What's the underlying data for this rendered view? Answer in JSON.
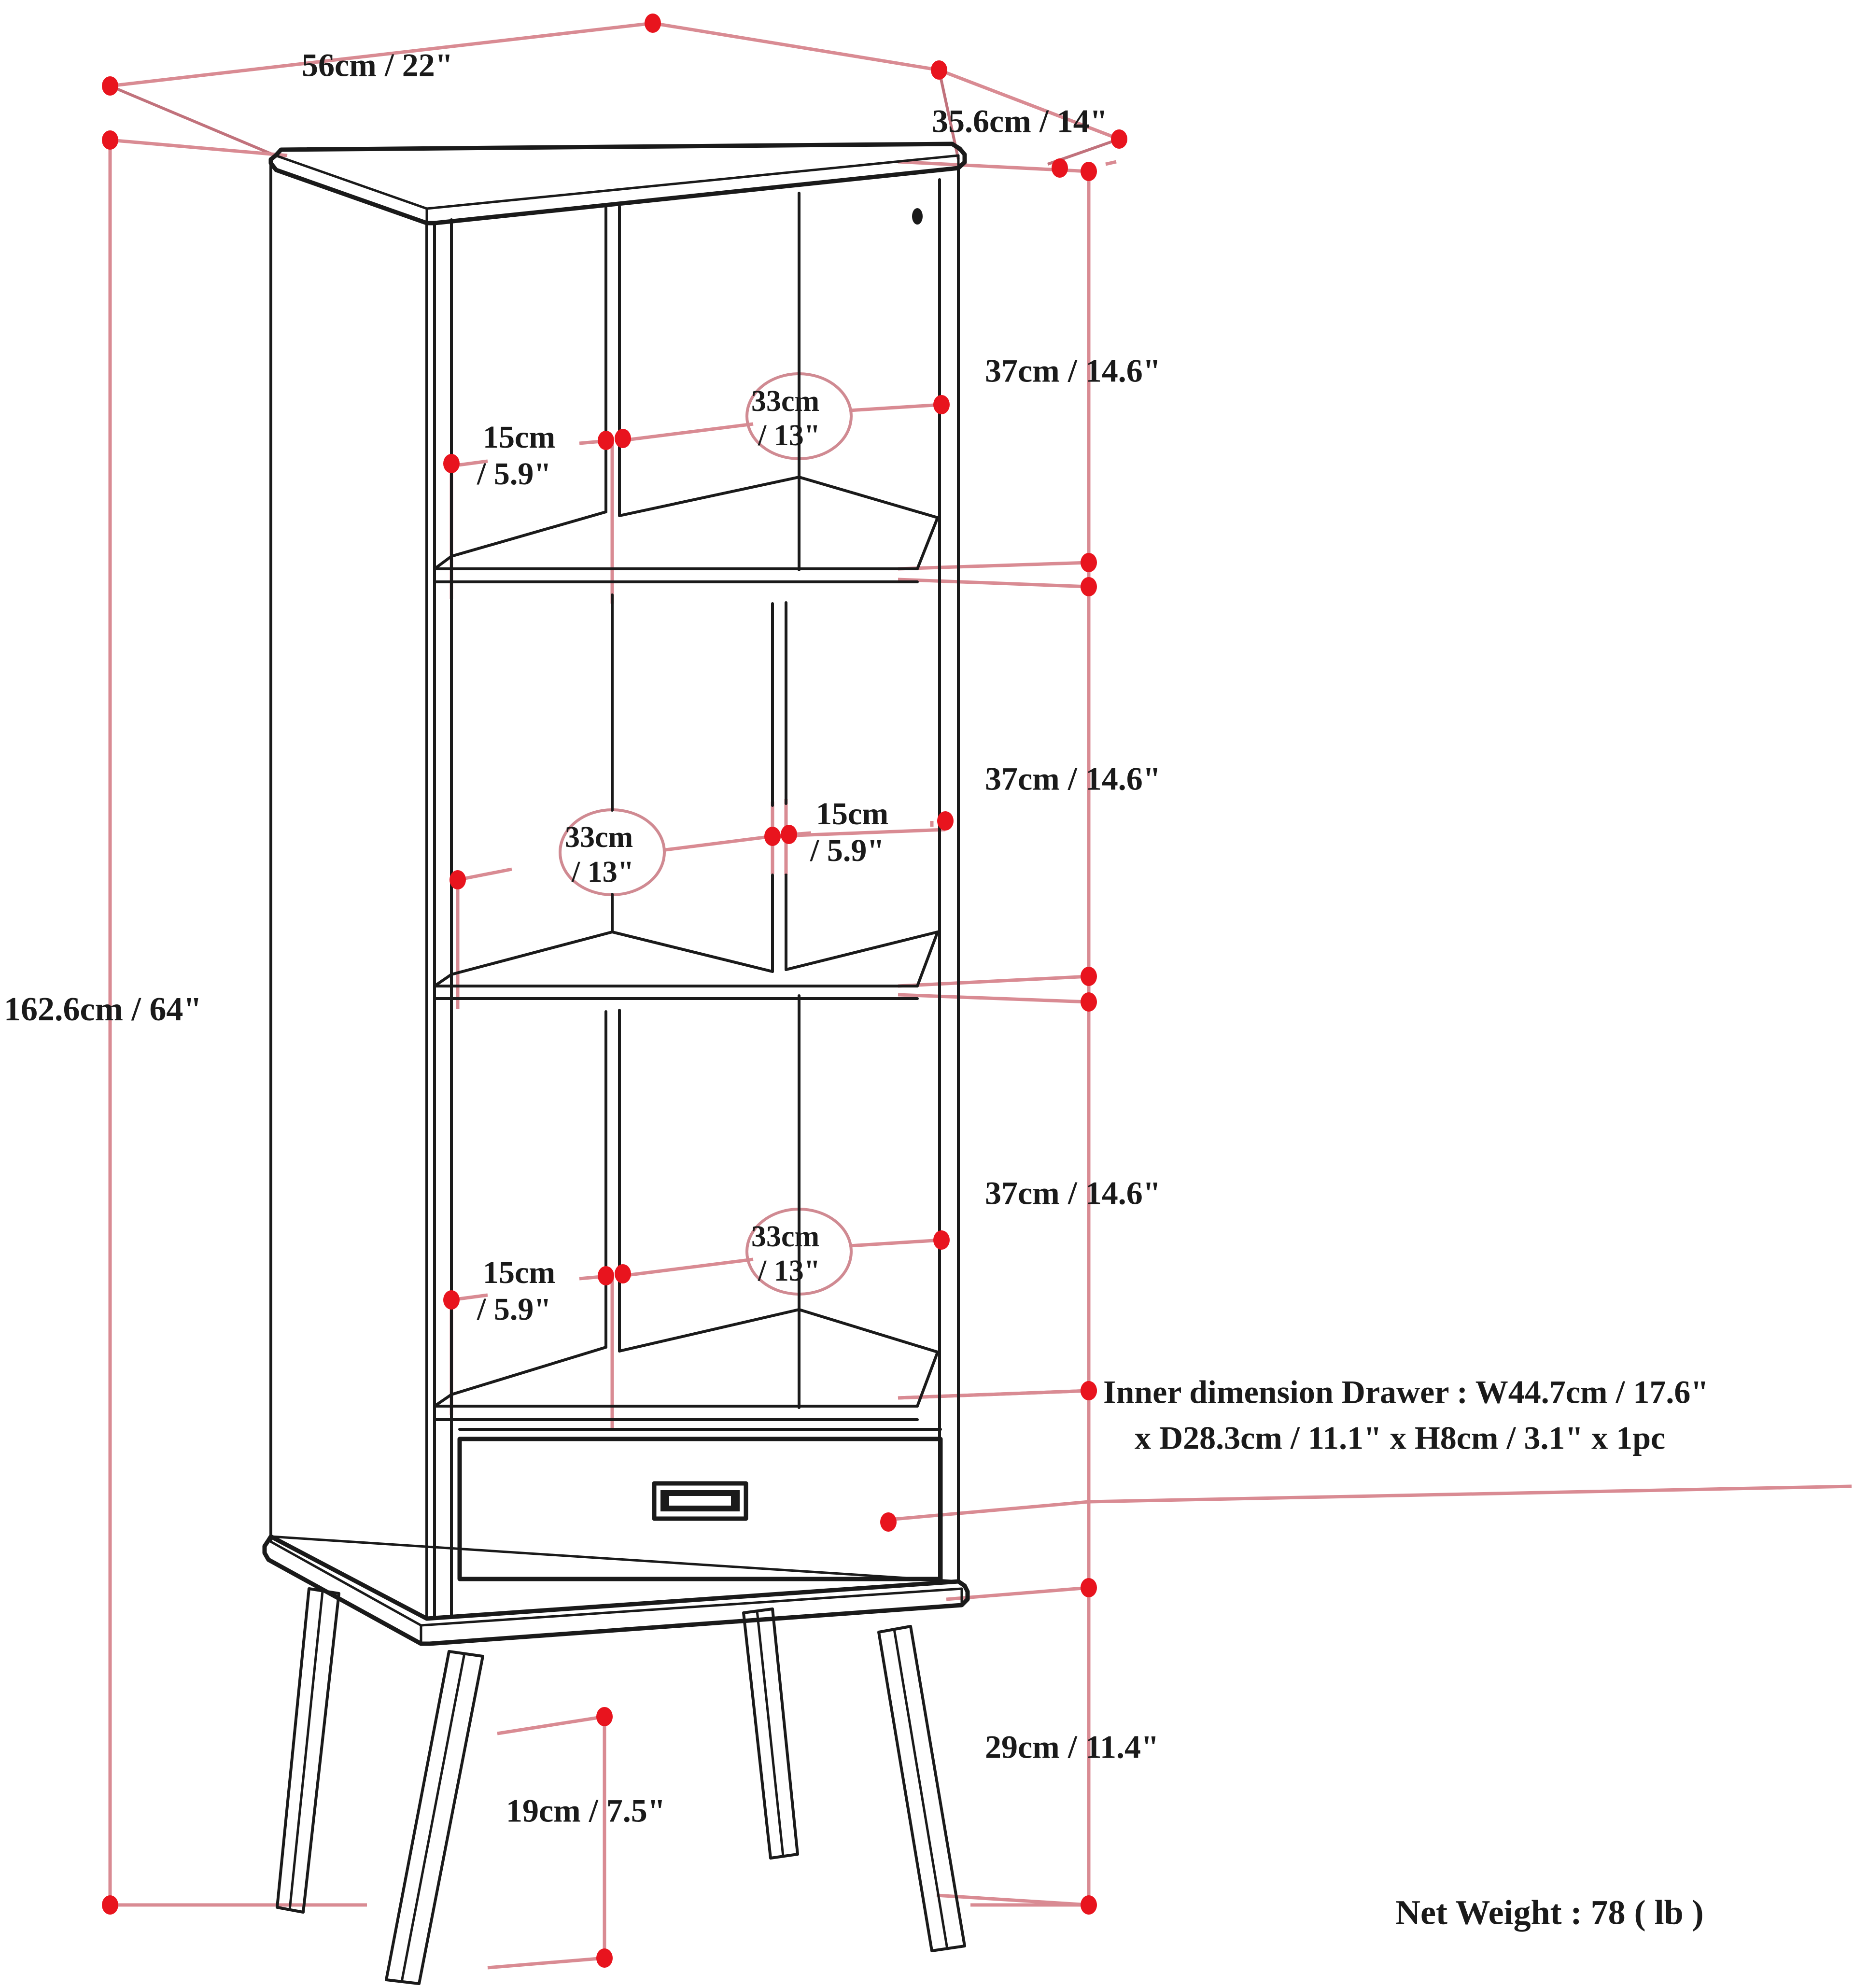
{
  "diagram": {
    "title": "Mid-century bookcase dimension drawing",
    "product": "3-shelf bookcase with 1 drawer and splayed hairpin-style wood legs",
    "line_color_black": "#1a1a1a",
    "line_color_dimension": "#d98b93",
    "marker_color": "#e8141e",
    "background": "#ffffff"
  },
  "labels": {
    "width_top": "56cm / 22\"",
    "depth_top": "35.6cm / 14\"",
    "total_height": "162.6cm / 64\"",
    "shelf_height_1": "37cm / 14.6\"",
    "shelf_height_2": "37cm / 14.6\"",
    "shelf_height_3": "37cm / 14.6\"",
    "cube_small_1": "15cm\n/ 5.9\"",
    "cube_small_1_line1": "15cm",
    "cube_small_1_line2": "/ 5.9\"",
    "cube_wide_1_line1": "33cm",
    "cube_wide_1_line2": "/ 13\"",
    "cube_wide_2_line1": "33cm",
    "cube_wide_2_line2": "/ 13\"",
    "cube_small_2_line1": "15cm",
    "cube_small_2_line2": "/ 5.9\"",
    "cube_small_3_line1": "15cm",
    "cube_small_3_line2": "/ 5.9\"",
    "cube_wide_3_line1": "33cm",
    "cube_wide_3_line2": "/ 13\"",
    "drawer_inner_line1": "Inner dimension Drawer : W44.7cm / 17.6\"",
    "drawer_inner_line2": "x D28.3cm / 11.1\" x H8cm / 3.1\" x 1pc",
    "leg_height": "29cm / 11.4\"",
    "leg_spread": "19cm / 7.5\"",
    "net_weight": "Net Weight : 78 ( lb )"
  },
  "measurements": {
    "overall_width_cm": 56,
    "overall_width_in": 22,
    "overall_depth_cm": 35.6,
    "overall_depth_in": 14,
    "overall_height_cm": 162.6,
    "overall_height_in": 64,
    "shelf_opening_height_cm": 37,
    "shelf_opening_height_in": 14.6,
    "narrow_cube_width_cm": 15,
    "narrow_cube_width_in": 5.9,
    "wide_cube_width_cm": 33,
    "wide_cube_width_in": 13,
    "drawer_inner_width_cm": 44.7,
    "drawer_inner_width_in": 17.6,
    "drawer_inner_depth_cm": 28.3,
    "drawer_inner_depth_in": 11.1,
    "drawer_inner_height_cm": 8,
    "drawer_inner_height_in": 3.1,
    "drawer_count": 1,
    "leg_height_cm": 29,
    "leg_height_in": 11.4,
    "leg_spread_cm": 19,
    "leg_spread_in": 7.5,
    "net_weight_lb": 78
  }
}
